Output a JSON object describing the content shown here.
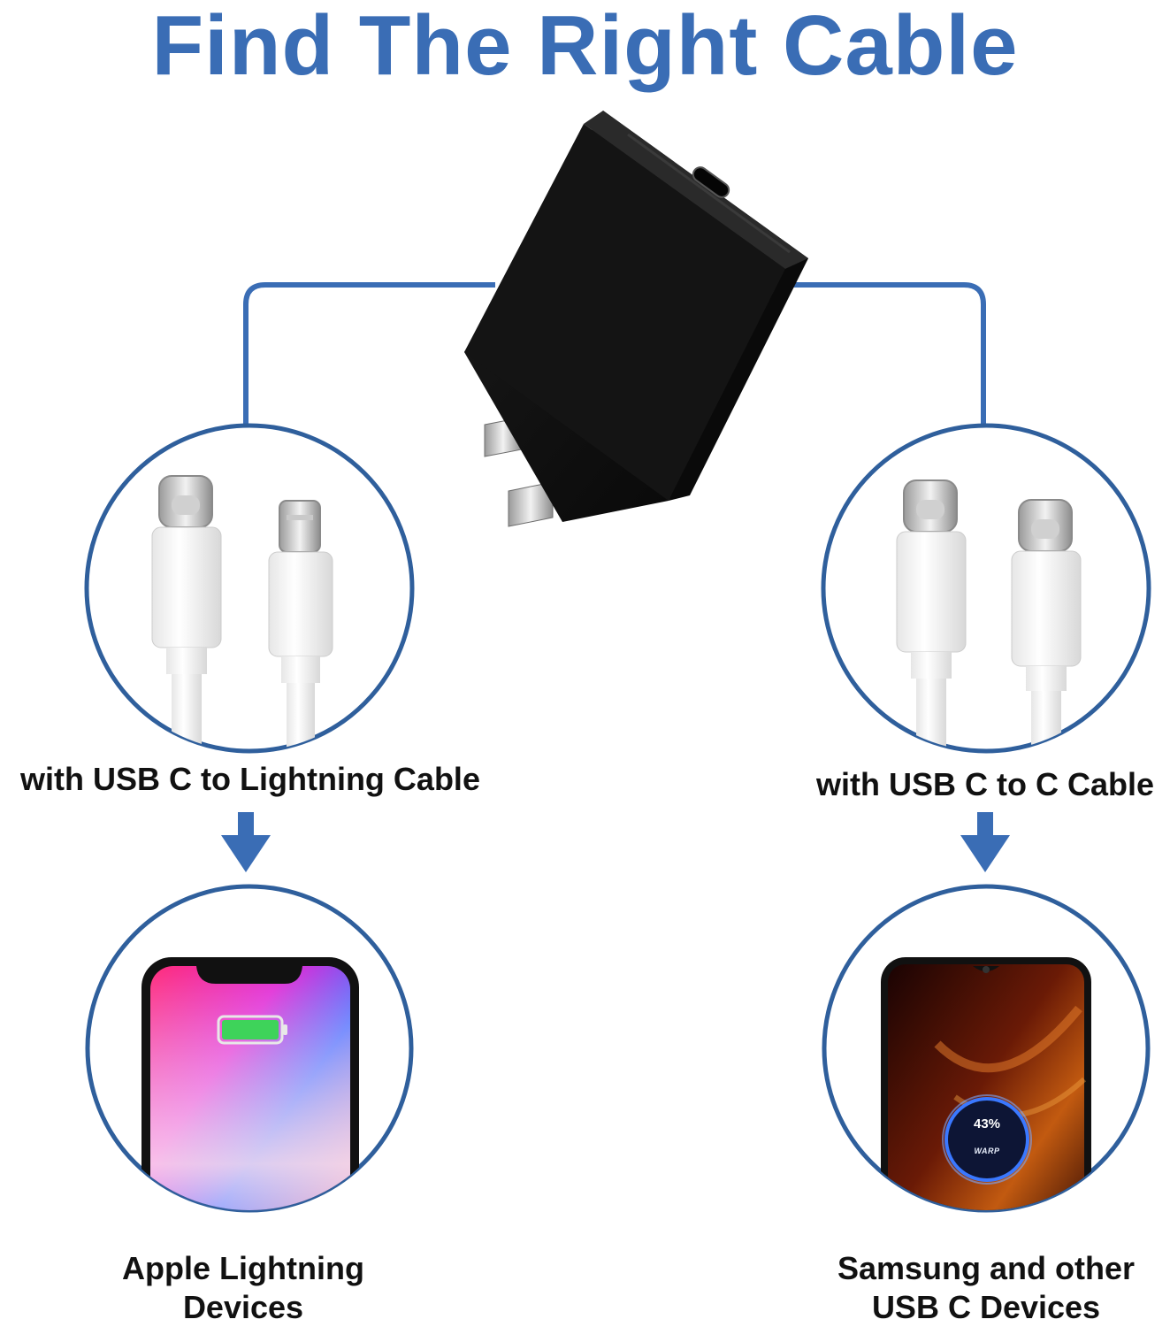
{
  "title": "Find The Right Cable",
  "colors": {
    "accent": "#3a6db5",
    "circle_stroke": "#2f5f9c",
    "charger": "#111111",
    "text": "#111111"
  },
  "left_branch": {
    "cable_label": "with USB C to Lightning Cable",
    "device_label_line1": "Apple Lightning",
    "device_label_line2": "Devices",
    "cables_icon": "usb-c-and-lightning-cable-icon",
    "device_icon": "iphone-icon"
  },
  "right_branch": {
    "cable_label": "with USB C to C Cable",
    "device_label_line1": "Samsung and other",
    "device_label_line2": "USB C Devices",
    "cables_icon": "usb-c-to-c-cable-icon",
    "device_icon": "android-phone-icon",
    "battery_text": "43%",
    "charge_brand": "WARP"
  },
  "center_icon": "wall-charger-icon",
  "arrow_icon": "arrow-down-icon"
}
